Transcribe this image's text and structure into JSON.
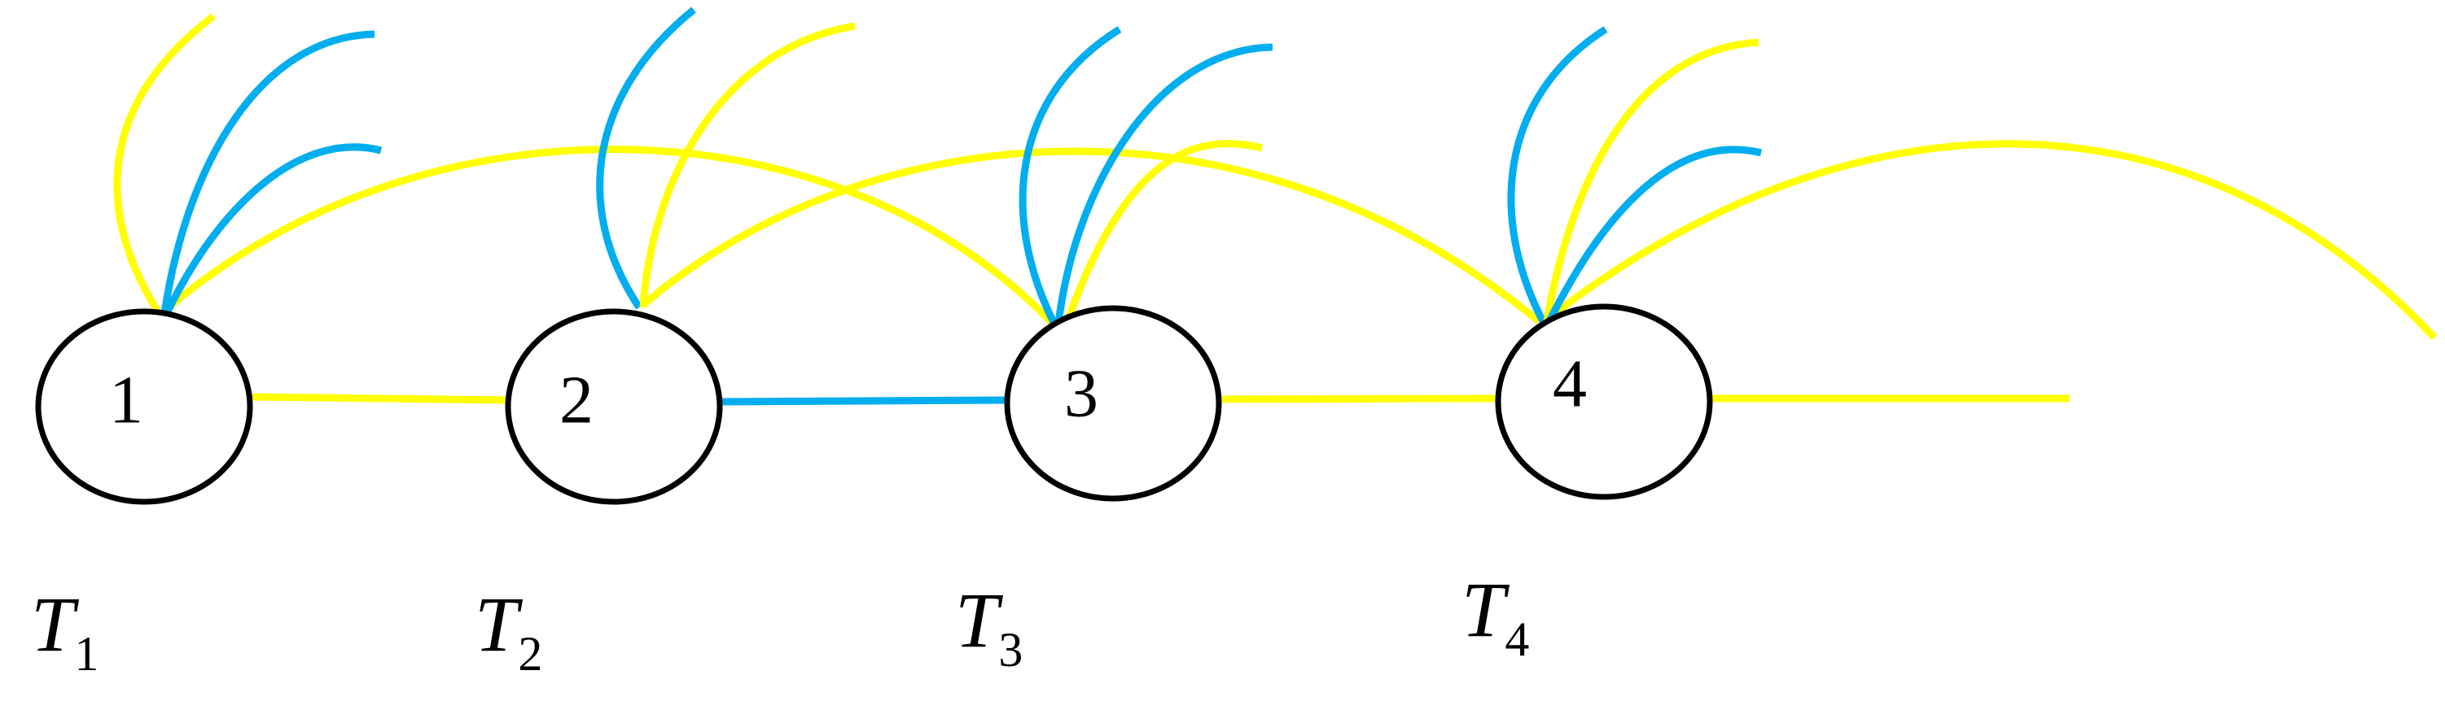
{
  "diagram": {
    "colors": {
      "yellow": "#ffff00",
      "blue": "#00aeef",
      "outline": "#000000",
      "background": "#ffffff"
    },
    "nodes": [
      {
        "id": "1",
        "label": "1"
      },
      {
        "id": "2",
        "label": "2"
      },
      {
        "id": "3",
        "label": "3"
      },
      {
        "id": "4",
        "label": "4"
      }
    ],
    "time_labels": [
      {
        "main": "T",
        "sub": "1"
      },
      {
        "main": "T",
        "sub": "2"
      },
      {
        "main": "T",
        "sub": "3"
      },
      {
        "main": "T",
        "sub": "4"
      }
    ],
    "links": [
      {
        "from": "1",
        "to": "2",
        "color": "yellow"
      },
      {
        "from": "2",
        "to": "3",
        "color": "blue"
      },
      {
        "from": "3",
        "to": "4",
        "color": "yellow"
      }
    ]
  }
}
